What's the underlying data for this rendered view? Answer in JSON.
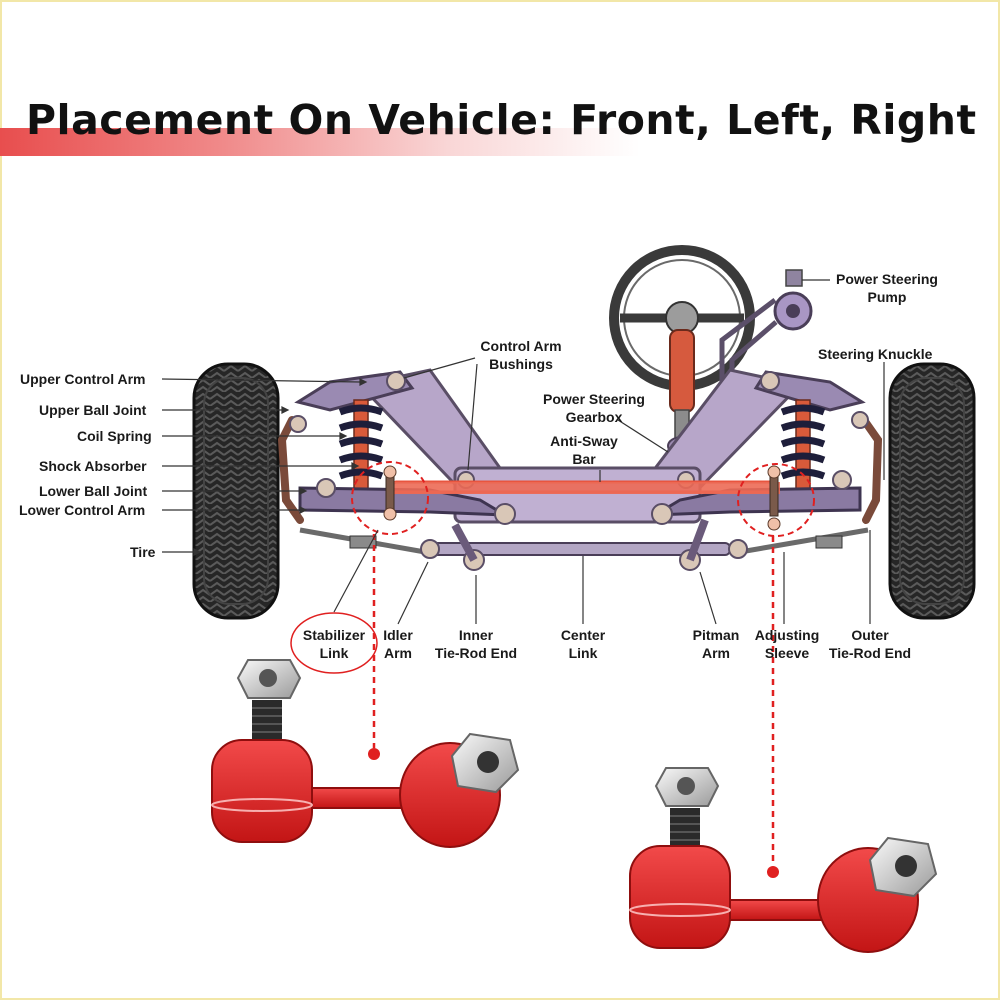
{
  "title": "Placement On Vehicle: Front, Left, Right",
  "colors": {
    "accent_red": "#e02020",
    "frame_purple": "#b7a6c9",
    "frame_dark": "#5a4e66",
    "tire": "#222222"
  },
  "labels": {
    "upper_control_arm": "Upper Control Arm",
    "upper_ball_joint": "Upper Ball Joint",
    "coil_spring": "Coil Spring",
    "shock_absorber": "Shock Absorber",
    "lower_ball_joint": "Lower Ball Joint",
    "lower_control_arm": "Lower Control Arm",
    "tire": "Tire",
    "control_arm_bushings": [
      "Control Arm",
      "Bushings"
    ],
    "power_steering_gearbox": [
      "Power Steering",
      "Gearbox"
    ],
    "anti_sway_bar": [
      "Anti-Sway",
      "Bar"
    ],
    "power_steering_pump": [
      "Power Steering",
      "Pump"
    ],
    "steering_knuckle": "Steering Knuckle",
    "stabilizer_link": [
      "Stabilizer",
      "Link"
    ],
    "idler_arm": [
      "Idler",
      "Arm"
    ],
    "inner_tie_rod_end": [
      "Inner",
      "Tie-Rod End"
    ],
    "center_link": [
      "Center",
      "Link"
    ],
    "pitman_arm": [
      "Pitman",
      "Arm"
    ],
    "adjusting_sleeve": [
      "Adjusting",
      "Sleeve"
    ],
    "outer_tie_rod_end": [
      "Outer",
      "Tie-Rod End"
    ]
  }
}
